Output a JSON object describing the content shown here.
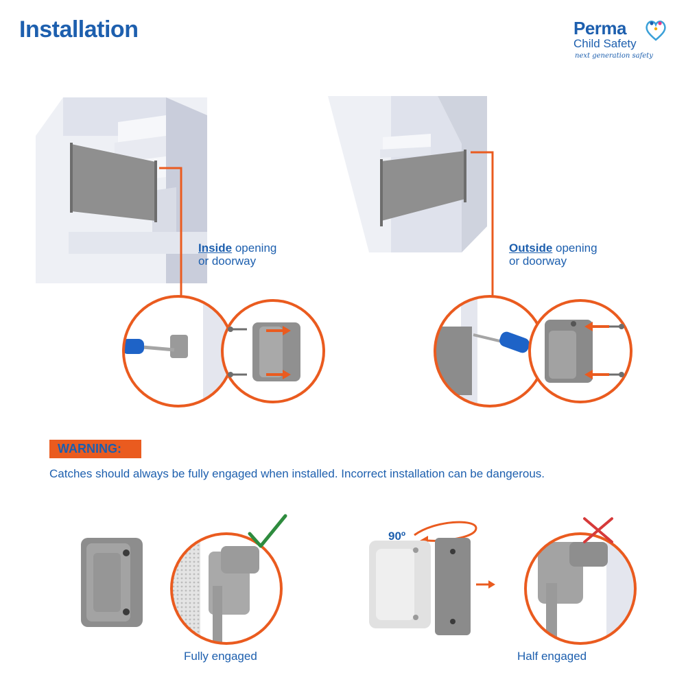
{
  "header": {
    "title": "Installation"
  },
  "logo": {
    "brand": "Perma",
    "sub": "Child Safety",
    "tagline": "next generation safety"
  },
  "inside": {
    "emphasis": "Inside",
    "rest_line1": " opening",
    "line2": "or doorway"
  },
  "outside": {
    "emphasis": "Outside",
    "rest_line1": " opening",
    "line2": "or doorway"
  },
  "warning": {
    "badge": "WARNING:",
    "text": "Catches should always be fully engaged when installed. Incorrect installation can be dangerous."
  },
  "engagement": {
    "full_label": "Fully engaged",
    "half_label": "Half engaged",
    "rotation": "90º"
  },
  "colors": {
    "brand_blue": "#1d5fae",
    "accent_orange": "#ea5b1f",
    "check_green": "#2e8b3e",
    "cross_red": "#d63a3a"
  },
  "icons": [
    "screwdriver-icon",
    "screw-icon",
    "arrow-right-icon",
    "arrow-left-icon",
    "checkmark-icon",
    "cross-icon",
    "rotate-arrow-icon"
  ]
}
